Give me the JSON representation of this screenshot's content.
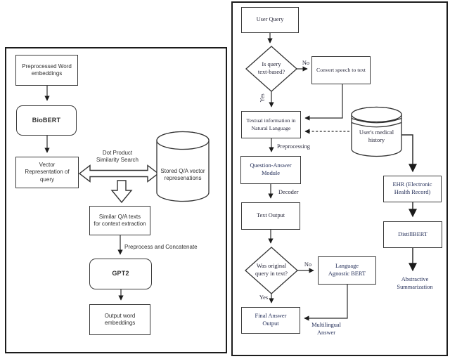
{
  "colors": {
    "background": "#ffffff",
    "panel_border": "#1c1c1c",
    "box_border": "#3a3a3a",
    "line": "#2b2b2b",
    "text_sans": "#2f2f2f",
    "text_serif": "#27273a",
    "text_navy": "#1f2a55"
  },
  "left_panel": {
    "preprocessed_word_embeddings": "Preprocessed Word\nembeddings",
    "biobert": "BioBERT",
    "vector_representation": "Vector\nRepresentation of\nquery",
    "dot_product_label": "Dot Product\nSimilarity Search",
    "stored_qa_cylinder": "Stored Q/A vector\nrepresenations",
    "similar_qa_texts": "Similar Q/A texts\nfor context extraction",
    "preprocess_concatenate_label": "Preprocess and Concatenate",
    "gpt2": "GPT2",
    "output_word_embeddings": "Output word\nembeddings"
  },
  "right_panel": {
    "user_query": "User Query",
    "is_query_text_based": "Is query\ntext-based?",
    "no_label_top": "No",
    "convert_speech_to_text": "Convert speech to text",
    "yes_label_top": "Yes",
    "textual_information": "Textual information in\nNatural Language",
    "preprocessing_label": "Preprocessing",
    "question_answer_module": "Question-Answer\nModule",
    "decoder_label": "Decoder",
    "text_output": "Text Output",
    "was_original_query": "Was original\nquery in text?",
    "no_label_bottom": "No",
    "language_agnostic_bert": "Language\nAgnostic BERT",
    "yes_label_bottom": "Yes",
    "final_answer_output": "Final Answer\nOutput",
    "multilingual_answer_label": "Multilingual\nAnswer",
    "users_medical_history": "User's medical\nhistory",
    "ehr": "EHR (Electronic\nHealth Record)",
    "distillbert": "DistillBERT",
    "abstractive_summarization": "Abstractive\nSummarization"
  }
}
